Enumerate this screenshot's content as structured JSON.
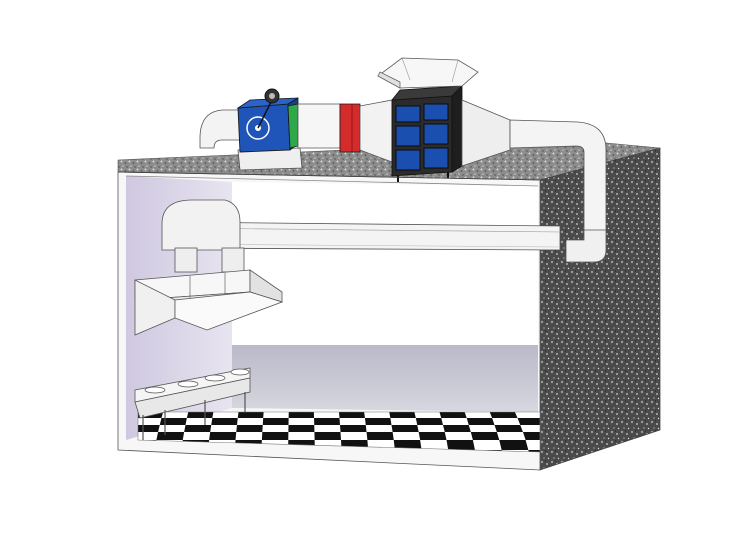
{
  "scene": {
    "kind": "kitchen-exhaust-system-cutaway",
    "colors": {
      "background": "#ffffff",
      "wall_interior": "#ffffff",
      "wall_left_shadow": "#d8d2e6",
      "floor_back_wall": "#c9c9d6",
      "granite_dark": "#3a3a3a",
      "granite_light": "#8a8a8a",
      "duct": "#f2f2f2",
      "duct_edge": "#555555",
      "fan_blue": "#1f55b8",
      "filter_green": "#2fa84a",
      "damper_red": "#d42b2b",
      "purifier_blue": "#1a4fb0",
      "purifier_frame": "#2b2b2b",
      "floor_black": "#111111",
      "floor_white": "#ffffff"
    },
    "components": [
      {
        "name": "exhaust-fan",
        "icon": "fan-icon"
      },
      {
        "name": "filter-section",
        "icon": "filter-icon"
      },
      {
        "name": "fire-damper",
        "icon": "damper-icon"
      },
      {
        "name": "electrostatic-purifier",
        "icon": "purifier-icon"
      },
      {
        "name": "rain-cap",
        "icon": "cap-icon"
      },
      {
        "name": "range-hood",
        "icon": "hood-icon"
      },
      {
        "name": "stove-burners",
        "icon": "stove-icon"
      },
      {
        "name": "checkered-floor",
        "icon": "floor-icon"
      }
    ]
  }
}
